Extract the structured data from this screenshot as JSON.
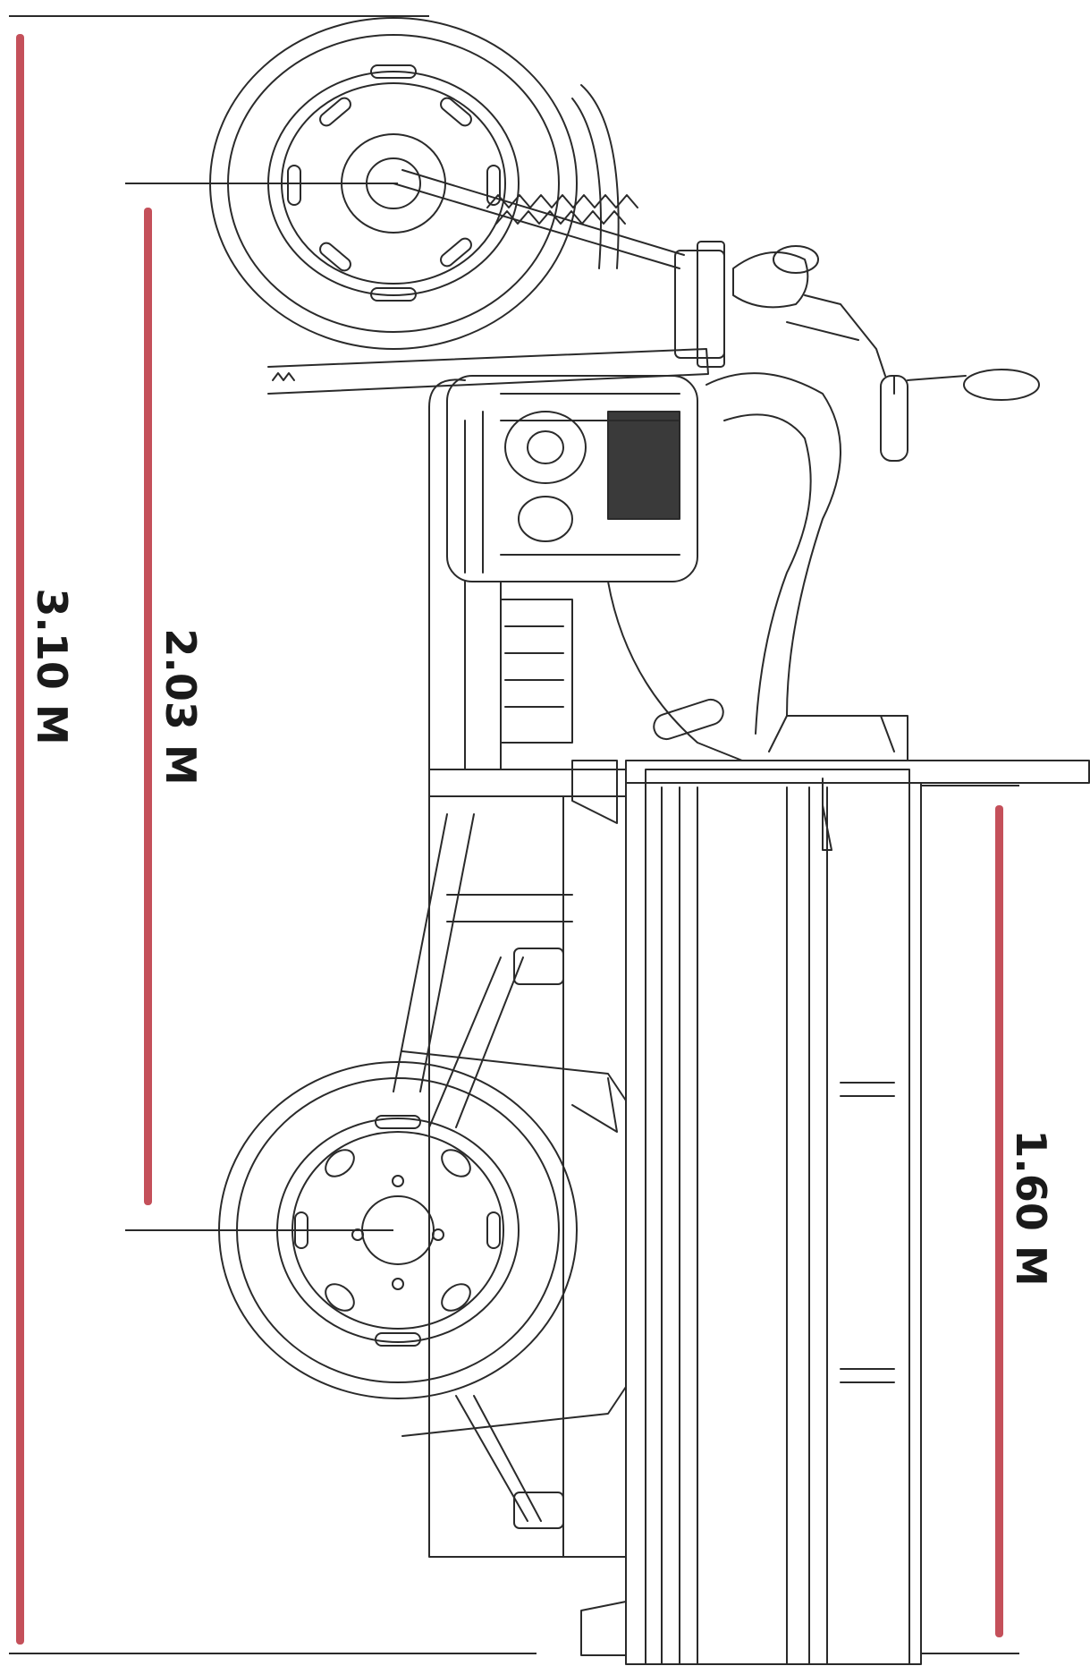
{
  "dimensions": {
    "overall_length": {
      "label": "3.10 M",
      "value": 3.1,
      "unit": "M"
    },
    "wheelbase": {
      "label": "2.03 M",
      "value": 2.03,
      "unit": "M"
    },
    "cargo_bed_length": {
      "label": "1.60 M",
      "value": 1.6,
      "unit": "M"
    }
  },
  "colors": {
    "dimension_bar": "#c4505a",
    "line_art": "#2a2a2a"
  }
}
